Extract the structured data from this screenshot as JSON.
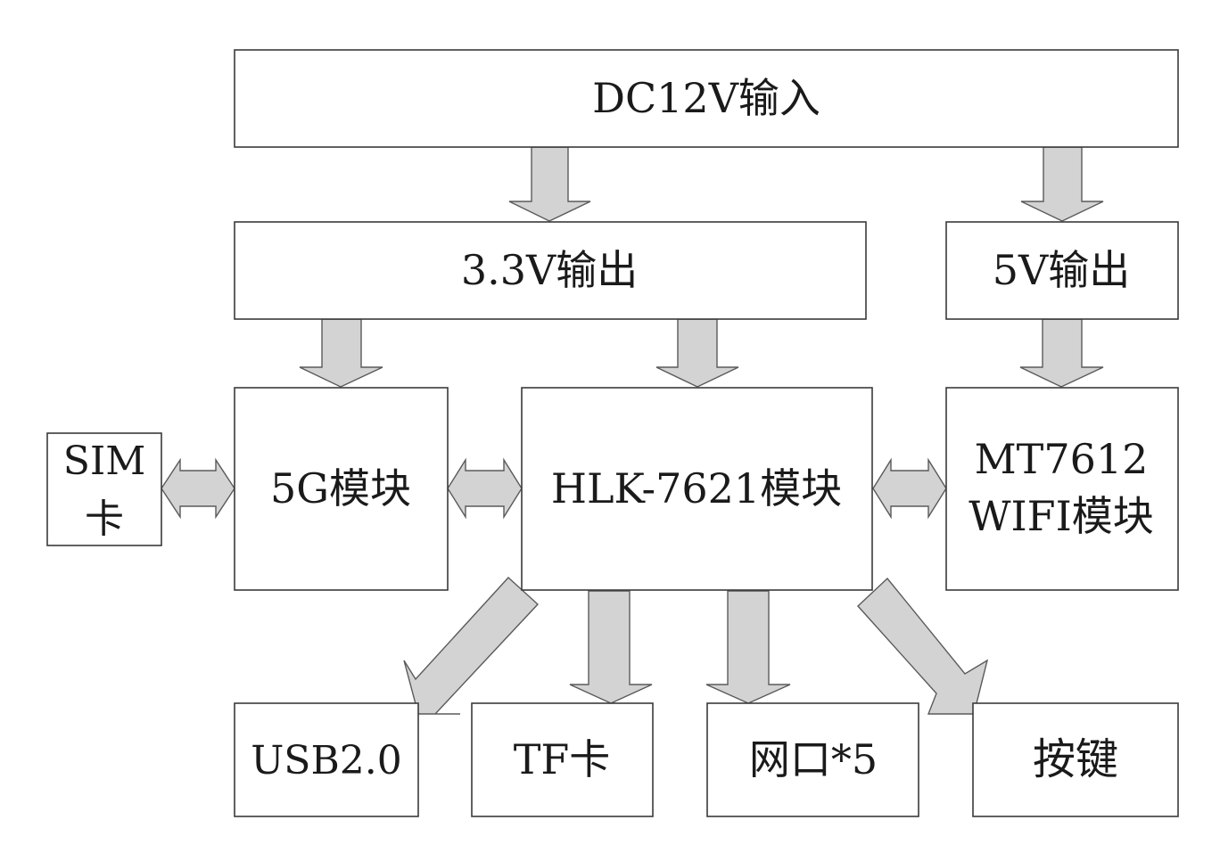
{
  "diagram": {
    "dc_input": "DC12V输入",
    "out_33v": "3.3V输出",
    "out_5v": "5V输出",
    "sim_card_line1": "SIM",
    "sim_card_line2": "卡",
    "module_5g": "5G模块",
    "module_hlk": "HLK-7621模块",
    "wifi_line1": "MT7612",
    "wifi_line2": "WIFI模块",
    "usb": "USB2.0",
    "tf_card": "TF卡",
    "ethernet": "网口*5",
    "button": "按键"
  },
  "colors": {
    "arrow_fill": "#d3d3d3",
    "arrow_stroke": "#5a5a5a",
    "box_stroke": "#3a3a3a"
  }
}
